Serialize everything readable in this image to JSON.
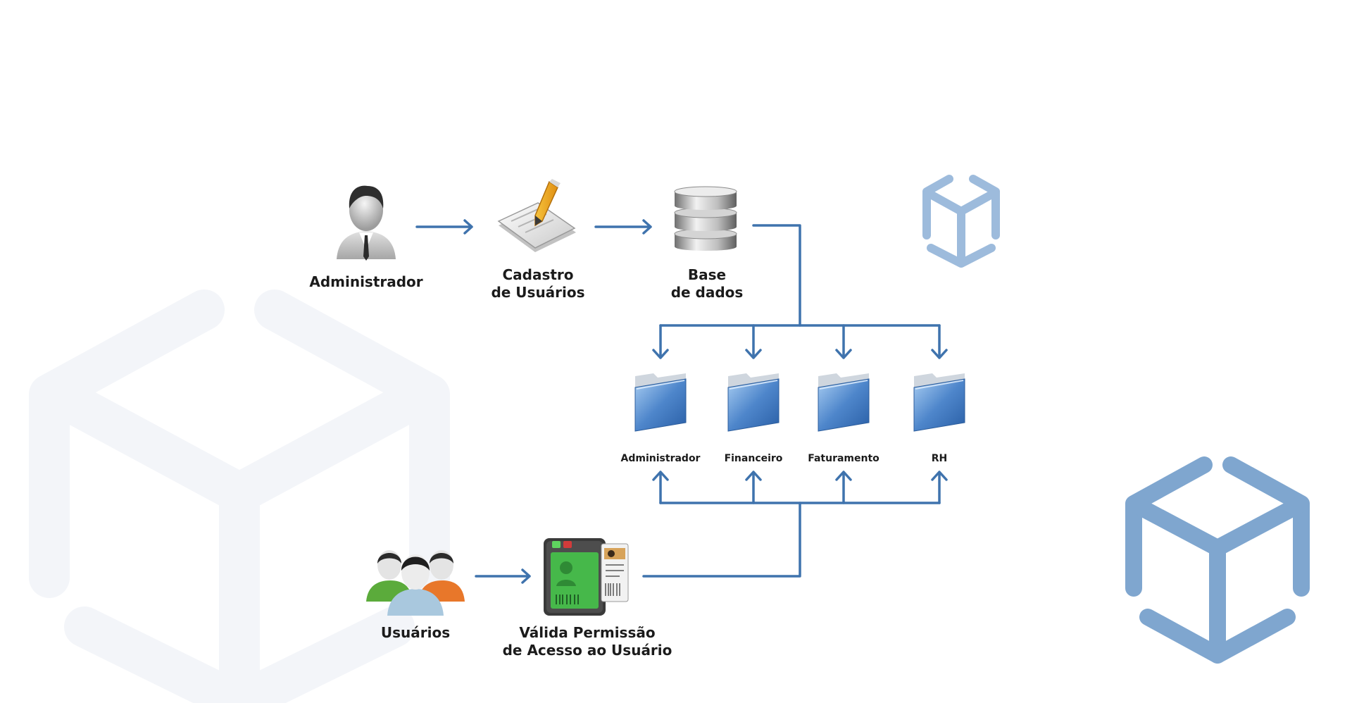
{
  "colors": {
    "arrow": "#3f73ad",
    "watermark_light": "#f3f5f9",
    "cube_accent": "#7fa6cf",
    "cube_small": "#9dbbdc",
    "folder": "#4e86cb",
    "reader_screen": "#46b84a"
  },
  "nodes": {
    "admin": {
      "lines": [
        "Administrador"
      ],
      "icon": "admin-user-icon"
    },
    "cadastro": {
      "lines": [
        "Cadastro",
        "de Usuários"
      ],
      "icon": "pencil-form-icon"
    },
    "database": {
      "lines": [
        "Base",
        "de dados"
      ],
      "icon": "database-icon"
    },
    "usuarios": {
      "lines": [
        "Usuários"
      ],
      "icon": "users-group-icon"
    },
    "validation": {
      "lines": [
        "Válida Permissão",
        "de Acesso ao Usuário"
      ],
      "icon": "access-reader-icon"
    }
  },
  "folders": [
    {
      "label": "Administrador",
      "icon": "folder-icon"
    },
    {
      "label": "Financeiro",
      "icon": "folder-icon"
    },
    {
      "label": "Faturamento",
      "icon": "folder-icon"
    },
    {
      "label": "RH",
      "icon": "folder-icon"
    }
  ]
}
